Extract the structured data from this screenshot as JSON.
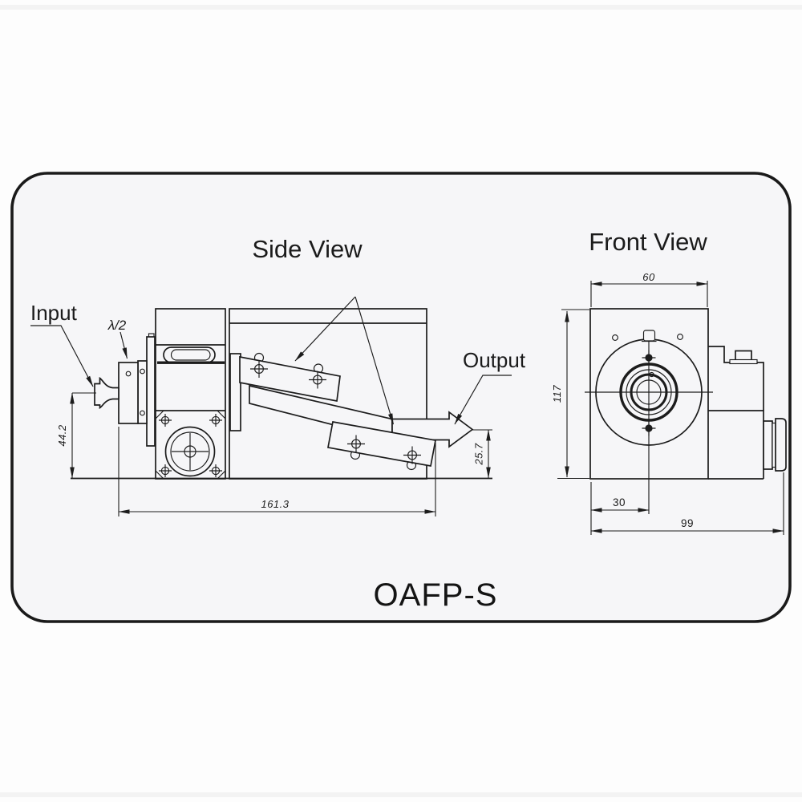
{
  "page": {
    "model_label": "OAFP-S"
  },
  "colors": {
    "ink": "#1c1c1c",
    "panel_background": "#f6f6f8",
    "page_background": "#fdfdfd"
  },
  "side_view": {
    "title": "Side View",
    "labels": {
      "input": "Input",
      "half_wave_plate": "λ/2",
      "output": "Output"
    },
    "dimensions": {
      "input_axis_height": "44.2",
      "overall_length": "161.3",
      "output_axis_height": "25.7"
    }
  },
  "front_view": {
    "title": "Front View",
    "dimensions": {
      "top_width": "60",
      "body_height": "117",
      "axis_offset": "30",
      "overall_width": "99"
    }
  }
}
